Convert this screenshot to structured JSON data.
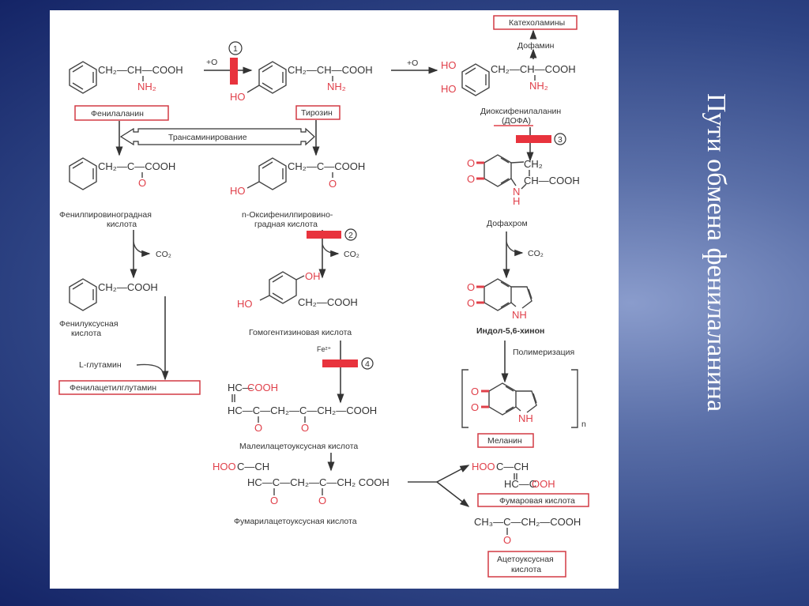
{
  "slide_title": "Пути обмена фенилаланина",
  "colors": {
    "accent_red": "#e0404a",
    "background_blue": "#2f4585"
  },
  "compounds": {
    "phenylalanine": {
      "name": "Фенилаланин",
      "chain": "CH₂—CH—COOH",
      "amino": "NH₂"
    },
    "tyrosine": {
      "name": "Тирозин",
      "chain": "CH₂—CH—COOH",
      "amino": "NH₂",
      "hydroxy": "HO"
    },
    "dopa": {
      "name_line1": "Диоксифенилаланин",
      "name_line2": "(ДОФА)",
      "chain": "CH₂—CH—COOH",
      "amino": "NH₂",
      "hydroxy1": "HO",
      "hydroxy2": "HO"
    },
    "dopamine": "Дофамин",
    "catecholamines": "Катехоламины",
    "phenylpyruvic": {
      "name_line1": "Фенилпировиноградная",
      "name_line2": "кислота",
      "chain": "CH₂—C—COOH",
      "oxo": "O"
    },
    "hydroxyphenylpyruvic": {
      "name_line1": "n-Оксифенилпировино-",
      "name_line2": "градная кислота",
      "chain": "CH₂—C—COOH",
      "oxo": "O",
      "hydroxy": "HO"
    },
    "phenylacetic": {
      "name_line1": "Фенилуксусная",
      "name_line2": "кислота",
      "chain": "CH₂—COOH"
    },
    "homogentisic": {
      "name": "Гомогентизиновая кислота",
      "hydroxy1": "OH",
      "hydroxy2": "HO",
      "chain": "CH₂—COOH"
    },
    "phenylacetylglutamine": "Фенилацетилглутамин",
    "l_glutamine": "L-глутамин",
    "dopachrome": {
      "name": "Дофахром",
      "ch2": "CH₂",
      "ch": "CH—COOH",
      "nh": "N",
      "h": "H",
      "oxo1": "O",
      "oxo2": "O"
    },
    "indole_quinone": {
      "name": "Индол-5,6-хинон",
      "nh": "NH",
      "oxo1": "O",
      "oxo2": "O"
    },
    "melanin": {
      "name": "Меланин",
      "nh": "NH",
      "subscript": "n",
      "oxo1": "O",
      "oxo2": "O"
    },
    "maleylacetoacetic": {
      "name": "Малеилацетоуксусная кислота",
      "line1_hc": "HC—",
      "line1_cooh": "COOH",
      "line2": "HC—C—CH₂—C—CH₂—COOH",
      "oxo": "O"
    },
    "fumarylacetoacetic": {
      "name": "Фумарилацетоуксусная кислота",
      "line1_hoo": "HOO",
      "line1_rest": "C—CH",
      "line2": "HC—C—CH₂—C—CH₂  COOH",
      "oxo": "O"
    },
    "fumaric": {
      "name": "Фумаровая кислота",
      "line1_hoo": "HOO",
      "line1_rest": "C—CH",
      "line2_hc": "HC—C",
      "line2_ooh": "OOH"
    },
    "acetoacetic": {
      "name_line1": "Ацетоуксусная",
      "name_line2": "кислота",
      "formula": "CH₃—C—CH₂—COOH",
      "oxo": "O"
    }
  },
  "reactions": {
    "oxidation_label": "+O",
    "transamination": "Трансаминирование",
    "co2": "CO₂",
    "fe": "Fe²⁺",
    "polymerization": "Полимеризация"
  },
  "enzyme_blocks": [
    "1",
    "2",
    "3",
    "4"
  ]
}
